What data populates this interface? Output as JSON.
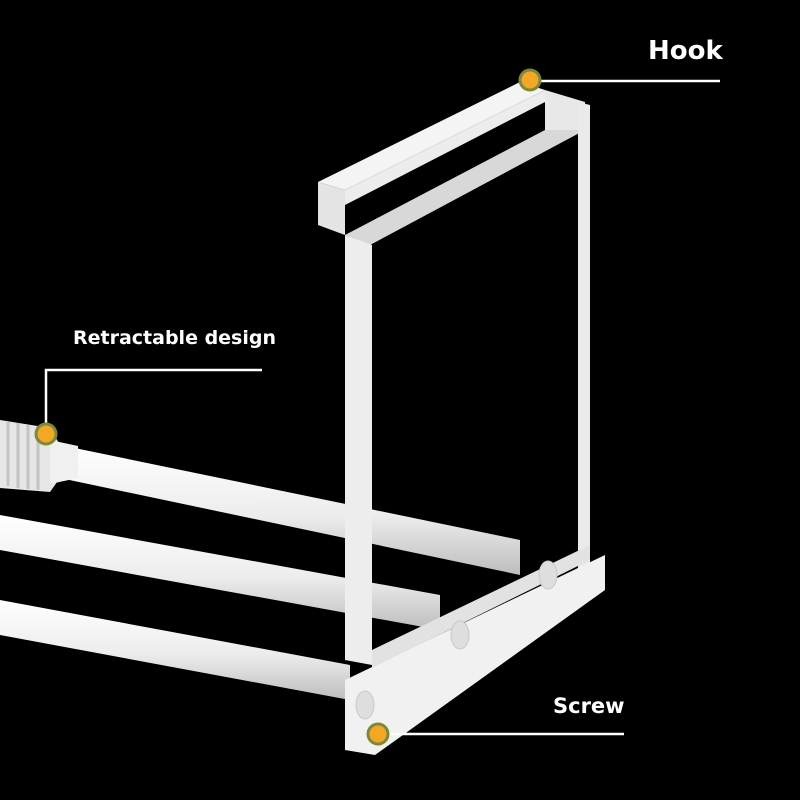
{
  "callouts": {
    "hook": {
      "label": "Hook"
    },
    "retractable": {
      "label": "Retractable design"
    },
    "screw": {
      "label": "Screw"
    }
  },
  "colors": {
    "background": "#000000",
    "product": "#f2f2f2",
    "product_shade": "#d0d0d0",
    "callout_line": "#ffffff",
    "dot_fill": "#f5a623",
    "dot_ring": "#7a8a3a"
  }
}
